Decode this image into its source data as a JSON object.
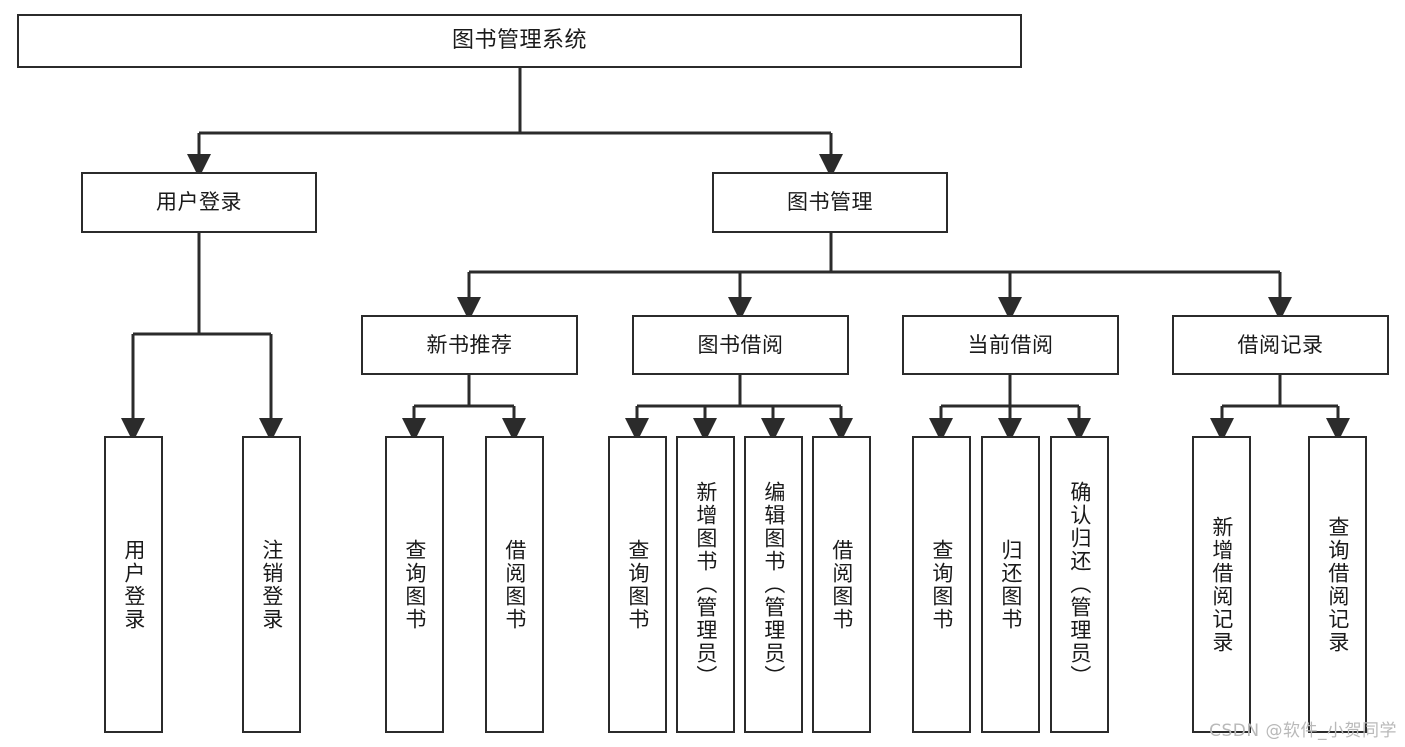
{
  "diagram": {
    "title": "图书管理系统",
    "type": "功能结构图",
    "colors": {
      "background": "#ffffff",
      "node_fill": "#ffffff",
      "node_border": "#2b2b2b",
      "edge": "#2b2b2b",
      "text": "#1a1a1a",
      "watermark": "#b9b9b9"
    }
  },
  "nodes": {
    "root": {
      "label": "图书管理系统"
    },
    "level2": [
      {
        "id": "user_login",
        "label": "用户登录"
      },
      {
        "id": "book_manage",
        "label": "图书管理"
      }
    ],
    "level3": [
      {
        "id": "new_book_rec",
        "label": "新书推荐",
        "parent": "book_manage"
      },
      {
        "id": "book_borrow",
        "label": "图书借阅",
        "parent": "book_manage"
      },
      {
        "id": "current_borrow",
        "label": "当前借阅",
        "parent": "book_manage"
      },
      {
        "id": "borrow_record",
        "label": "借阅记录",
        "parent": "book_manage"
      }
    ],
    "leaves": [
      {
        "id": "leaf_user_login",
        "label": "用户登录",
        "parent": "user_login"
      },
      {
        "id": "leaf_user_logout",
        "label": "注销登录",
        "parent": "user_login"
      },
      {
        "id": "leaf_query_book_1",
        "label": "查询图书",
        "parent": "new_book_rec"
      },
      {
        "id": "leaf_borrow_book_1",
        "label": "借阅图书",
        "parent": "new_book_rec"
      },
      {
        "id": "leaf_query_book_2",
        "label": "查询图书",
        "parent": "book_borrow"
      },
      {
        "id": "leaf_add_book",
        "label": "新增图书（管理员）",
        "parent": "book_borrow"
      },
      {
        "id": "leaf_edit_book",
        "label": "编辑图书（管理员）",
        "parent": "book_borrow"
      },
      {
        "id": "leaf_borrow_book_2",
        "label": "借阅图书",
        "parent": "book_borrow"
      },
      {
        "id": "leaf_query_book_3",
        "label": "查询图书",
        "parent": "current_borrow"
      },
      {
        "id": "leaf_return_book",
        "label": "归还图书",
        "parent": "current_borrow"
      },
      {
        "id": "leaf_confirm_return",
        "label": "确认归还（管理员）",
        "parent": "current_borrow"
      },
      {
        "id": "leaf_add_record",
        "label": "新增借阅记录",
        "parent": "borrow_record"
      },
      {
        "id": "leaf_query_record",
        "label": "查询借阅记录",
        "parent": "borrow_record"
      }
    ]
  },
  "watermark": {
    "text": "CSDN @软件_小贺同学"
  }
}
